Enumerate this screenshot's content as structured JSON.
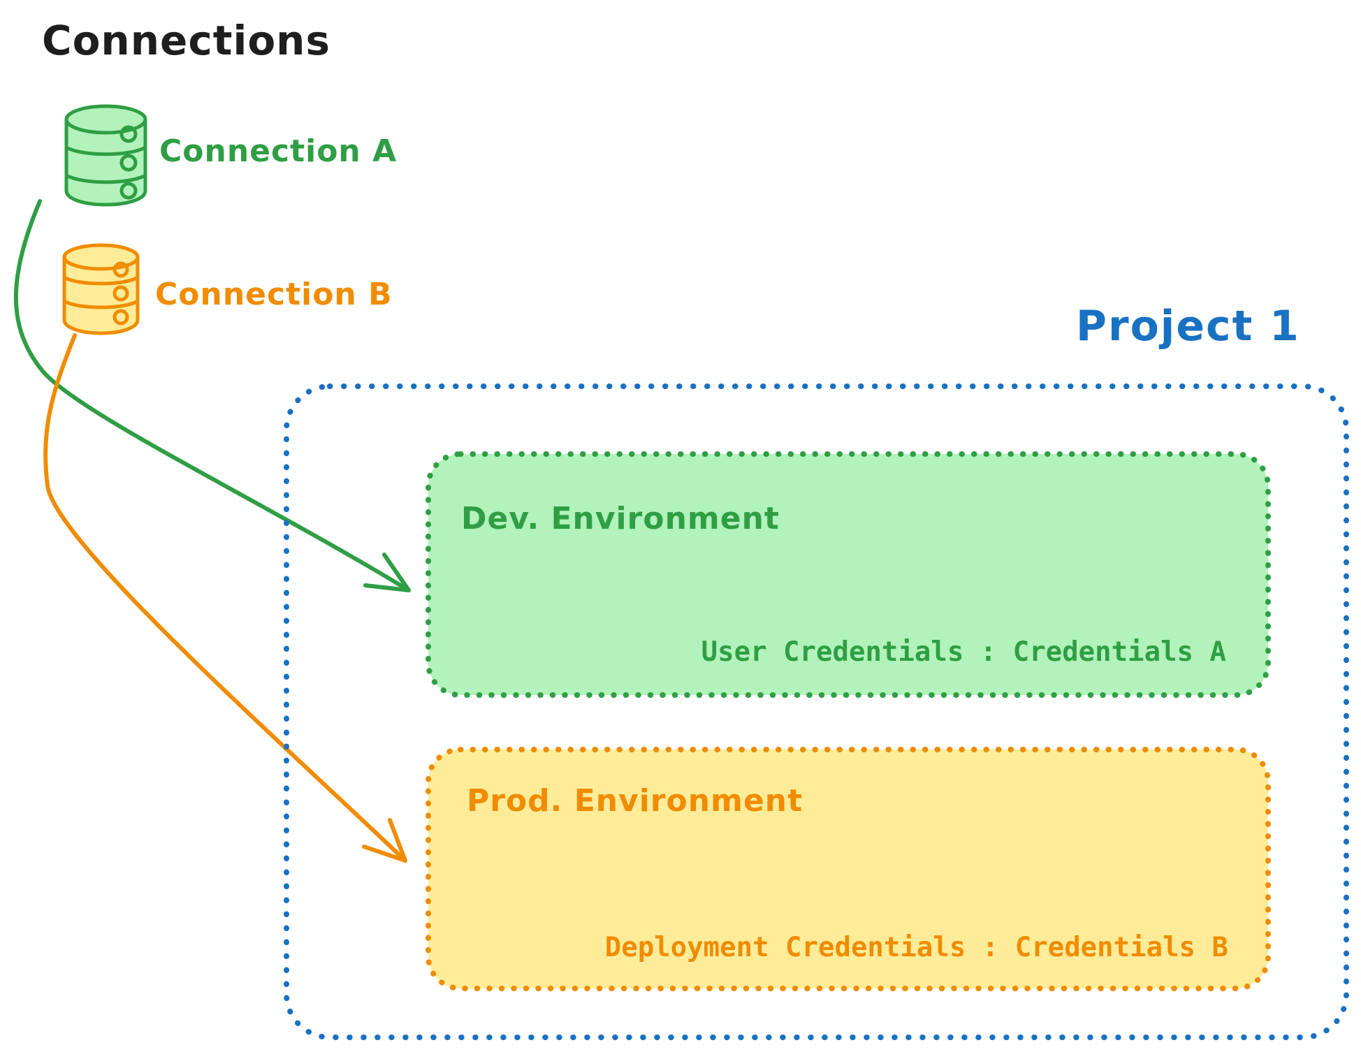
{
  "connections_panel": {
    "title": "Connections",
    "items": [
      {
        "label": "Connection A",
        "icon": "database-icon",
        "color": "#2f9e44"
      },
      {
        "label": "Connection B",
        "icon": "database-icon",
        "color": "#f08c00"
      }
    ]
  },
  "project": {
    "title": "Project 1",
    "environments": [
      {
        "name": "Dev. Environment",
        "credentials_label": "User Credentials : Credentials A",
        "color": "#2f9e44"
      },
      {
        "name": "Prod. Environment",
        "credentials_label": "Deployment Credentials : Credentials B",
        "color": "#f08c00"
      }
    ]
  },
  "edges": [
    {
      "from": "Connection A",
      "to": "Dev. Environment",
      "color": "#2f9e44"
    },
    {
      "from": "Connection B",
      "to": "Prod. Environment",
      "color": "#f08c00"
    }
  ],
  "colors": {
    "green-stroke": "#2f9e44",
    "green-fill": "#b2f2bb",
    "orange-stroke": "#f08c00",
    "orange-fill": "#ffec99",
    "blue": "#1971c2",
    "ink": "#1e1e1e",
    "background": "#ffffff"
  }
}
